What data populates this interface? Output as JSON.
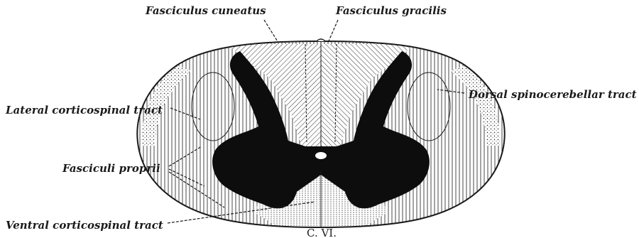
{
  "labels": {
    "fasciculus_cuneatus": "Fasciculus cuneatus",
    "fasciculus_gracilis": "Fasciculus gracilis",
    "dorsal_spinocerebellar": "Dorsal spinocerebellar tract",
    "lateral_corticospinal": "Lateral corticospinal tract",
    "fasciculi_proprii": "Fasciculi proprii",
    "ventral_corticospinal": "Ventral corticospinal tract",
    "figure_level": "C. VI."
  },
  "colors": {
    "ink": "#1a1a1a",
    "gray_matter": "#0d0d0d",
    "background": "#ffffff"
  }
}
